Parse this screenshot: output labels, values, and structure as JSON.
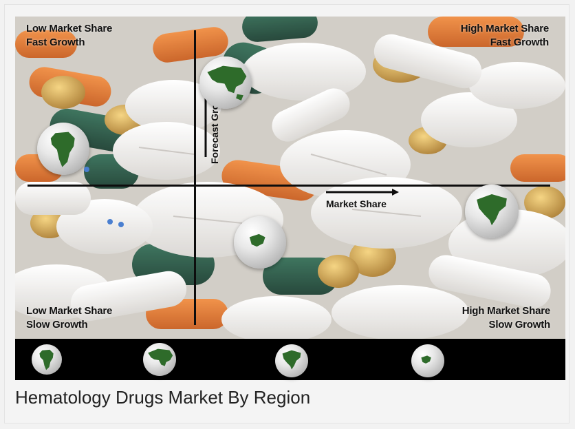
{
  "figure": {
    "quadrants": {
      "top_left": [
        "Low Market Share",
        "Fast Growth"
      ],
      "top_right": [
        "High Market Share",
        "Fast Growth"
      ],
      "bottom_left": [
        "Low Market Share",
        "Slow Growth"
      ],
      "bottom_right": [
        "High Market Share",
        "Slow Growth"
      ]
    },
    "x_axis_label": "Market Share",
    "y_axis_label": "Forecast Growth",
    "regions": [
      {
        "name": "africa-globe",
        "quadrant": "low-share-fast-growth"
      },
      {
        "name": "asia-globe",
        "quadrant": "high-share-fast-growth"
      },
      {
        "name": "europe-globe",
        "quadrant": "high-share-slow-growth"
      },
      {
        "name": "north-america-globe",
        "quadrant": "high-share-slow-growth"
      }
    ],
    "legend_icons": [
      "africa-globe-icon",
      "asia-globe-icon",
      "north-america-globe-icon",
      "europe-globe-icon"
    ],
    "colors": {
      "land": "#2e6b2a",
      "axis": "#0d0d0d",
      "legend_bg": "#000000"
    }
  },
  "caption": "Hematology Drugs Market By Region"
}
